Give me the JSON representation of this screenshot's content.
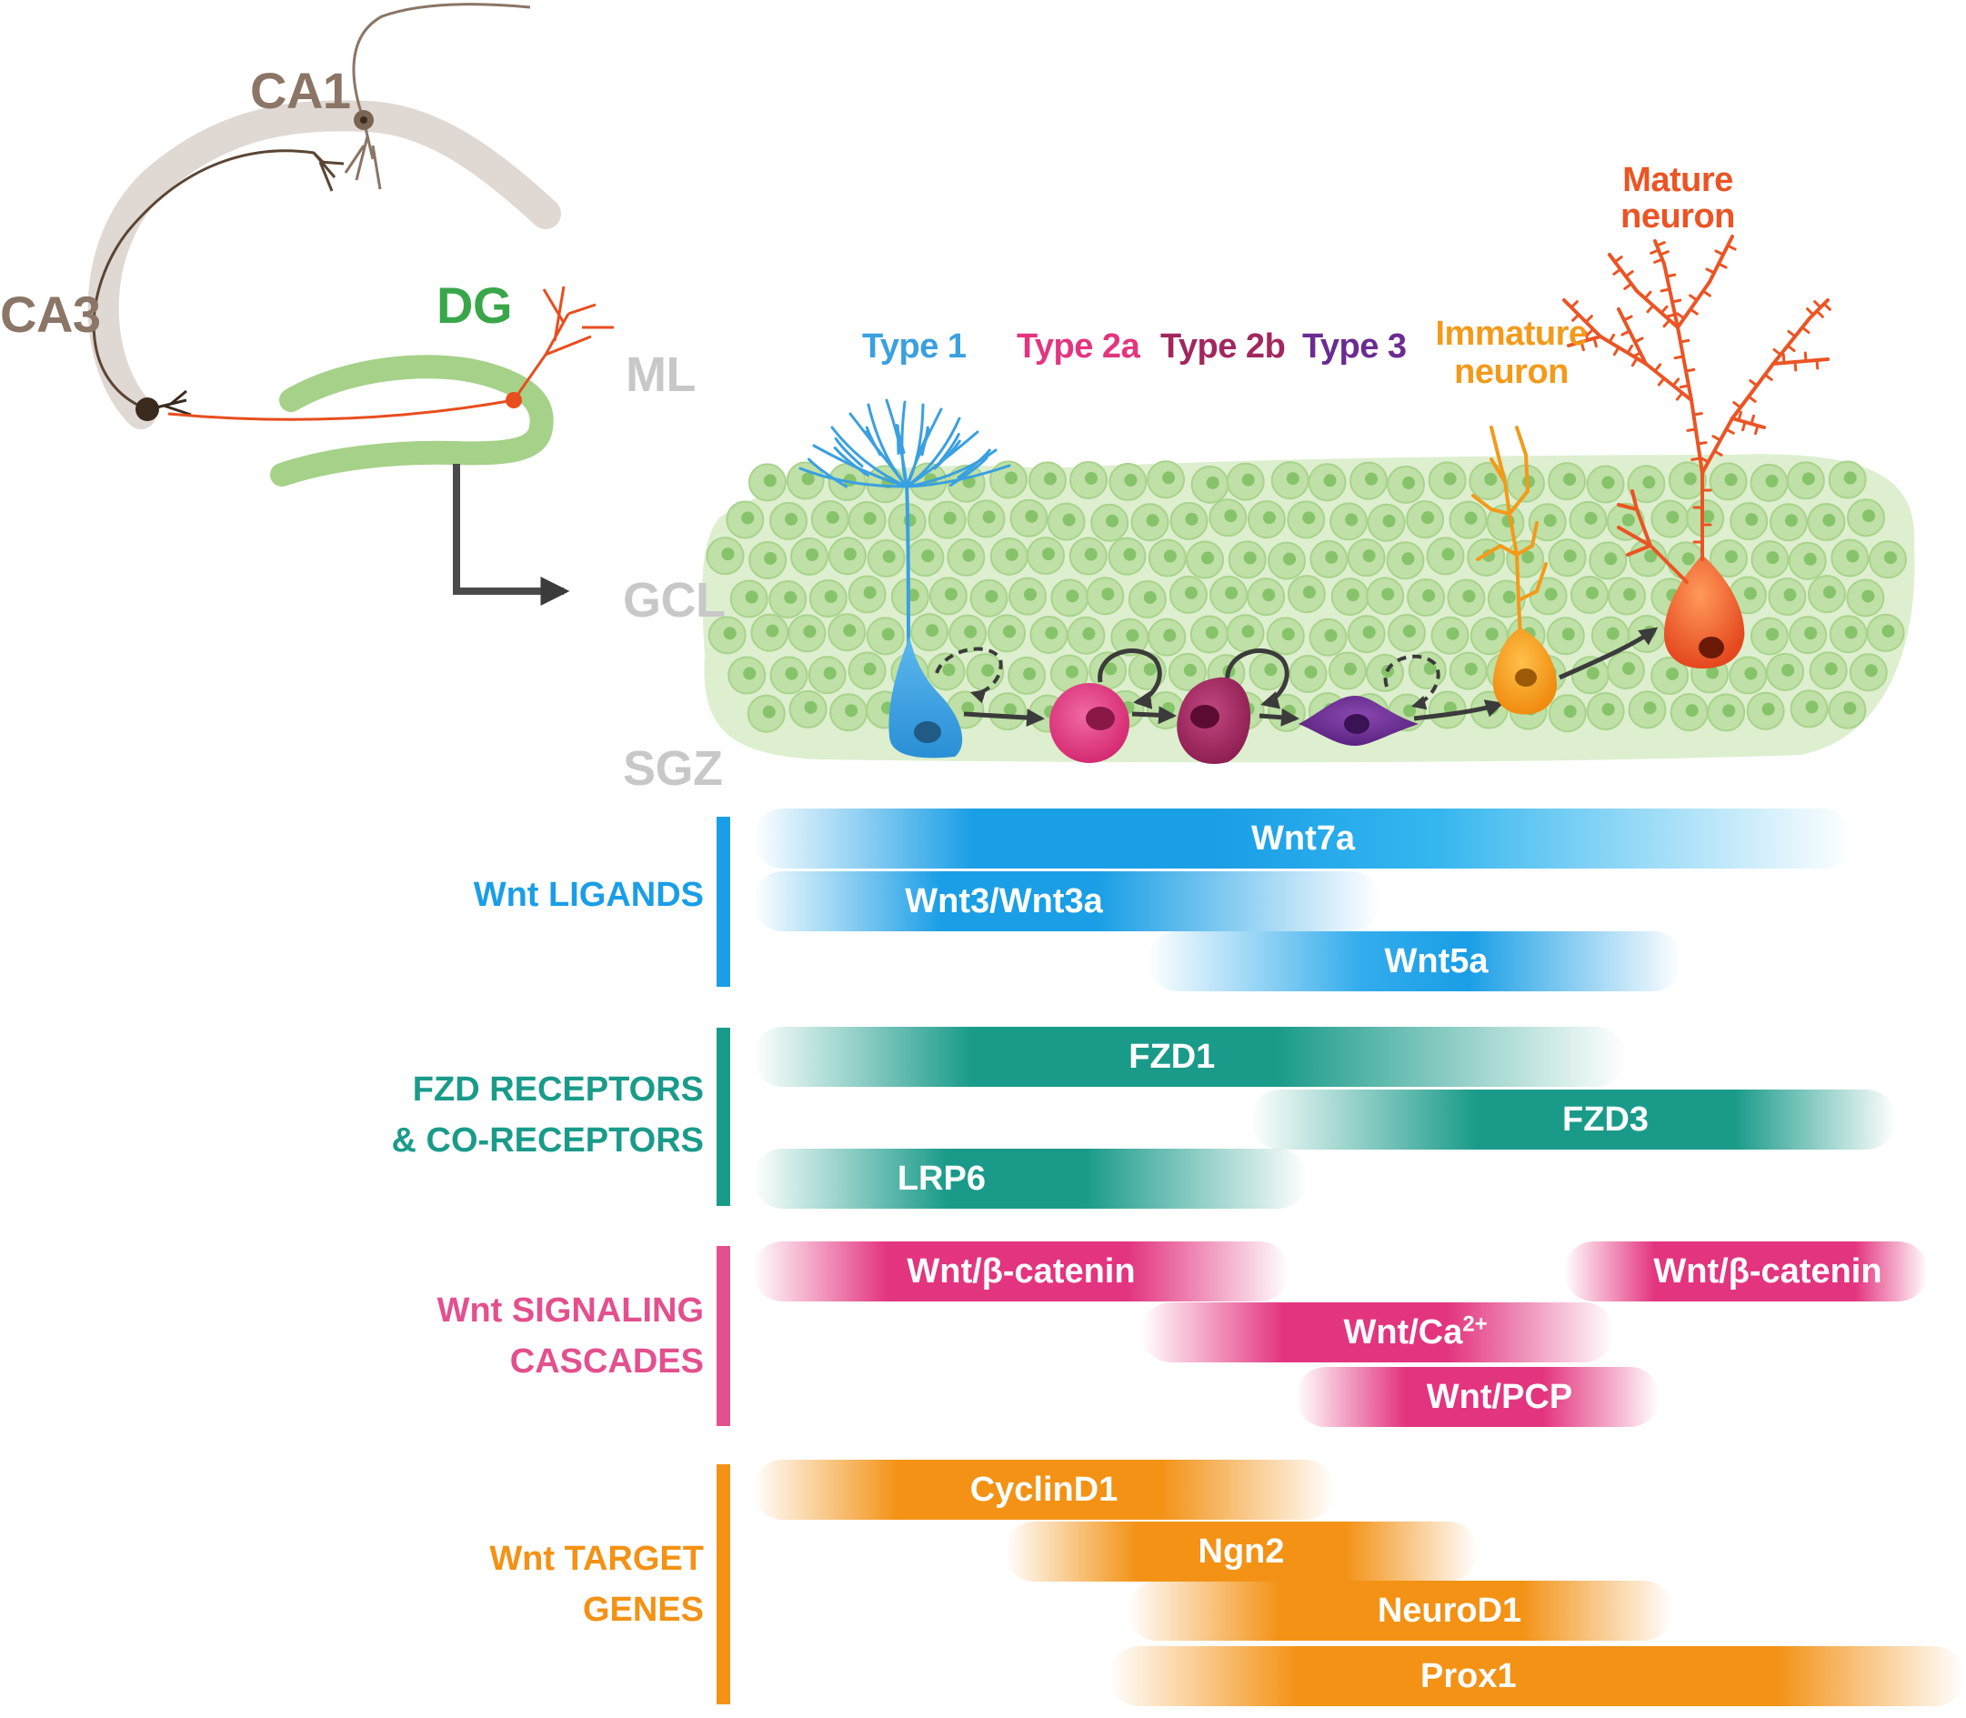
{
  "hippocampus": {
    "regions": {
      "ca1": "CA1",
      "ca3": "CA3",
      "dg": "DG"
    },
    "layers": {
      "ml": "ML",
      "gcl": "GCL",
      "sgz": "SGZ"
    }
  },
  "stages": {
    "type1": "Type 1",
    "type2a": "Type 2a",
    "type2b": "Type 2b",
    "type3": "Type 3",
    "immature_line1": "Immature",
    "immature_line2": "neuron",
    "mature_line1": "Mature",
    "mature_line2": "neuron"
  },
  "colors": {
    "ligands": "#1a9ee6",
    "receptors": "#1a9b8a",
    "signaling": "#e33f86",
    "targets": "#f39215",
    "type1": "#3aa0e0",
    "type2a": "#e3357f",
    "type2b": "#a2275f",
    "type3": "#6a2c91",
    "immature": "#f39a1a",
    "mature": "#eb5424",
    "dg": "#3aa64a",
    "region_text": "#8a7566",
    "layer_text": "#c8c8c8"
  },
  "categories": {
    "ligands": {
      "line1": "Wnt LIGANDS"
    },
    "receptors": {
      "line1": "FZD RECEPTORS",
      "line2": "& CO-RECEPTORS"
    },
    "signaling": {
      "line1": "Wnt SIGNALING",
      "line2": "CASCADES"
    },
    "targets": {
      "line1": "Wnt TARGET",
      "line2": "GENES"
    }
  },
  "bands": {
    "wnt7a": "Wnt7a",
    "wnt3": "Wnt3/Wnt3a",
    "wnt5a": "Wnt5a",
    "fzd1": "FZD1",
    "fzd3": "FZD3",
    "lrp6": "LRP6",
    "bcat1": "Wnt/β-catenin",
    "bcat2": "Wnt/β-catenin",
    "ca_base": "Wnt/Ca",
    "ca_sup": "2+",
    "pcp": "Wnt/PCP",
    "cyclind1": "CyclinD1",
    "ngn2": "Ngn2",
    "neurod1": "NeuroD1",
    "prox1": "Prox1"
  }
}
